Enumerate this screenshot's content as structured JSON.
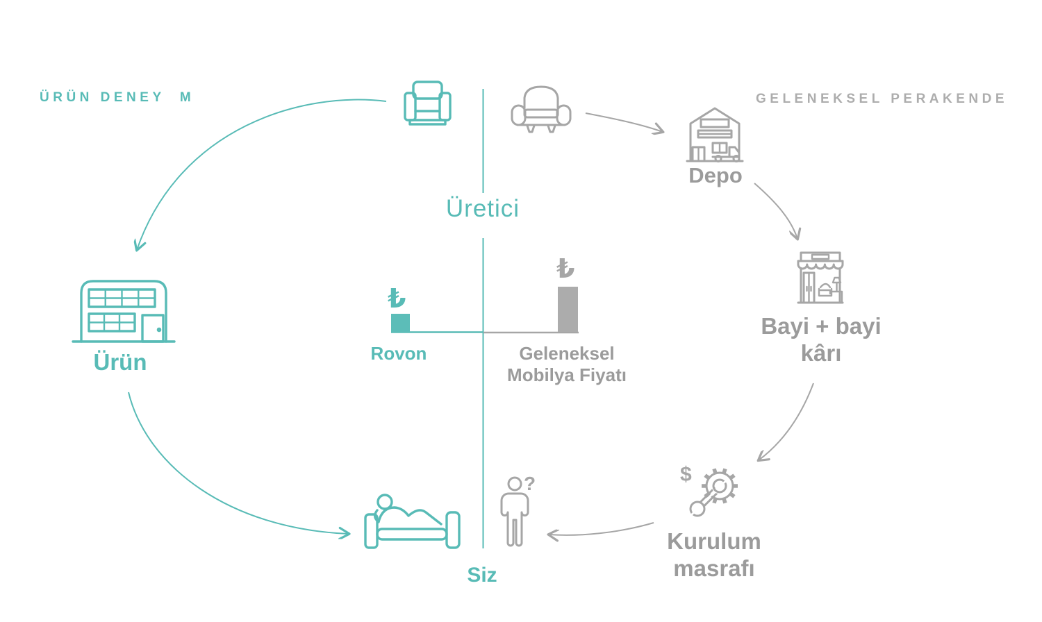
{
  "colors": {
    "teal": "#58BBB6",
    "gray_icons": "#A6A6A6",
    "gray_text": "#9B9B9B"
  },
  "headers": {
    "left": "ÜRÜN DENEY  M",
    "right": "GELENEKSEL PERAKENDE"
  },
  "labels": {
    "manufacturer": "Üretici",
    "you": "Siz",
    "product": "Ürün",
    "warehouse": "Depo",
    "dealer_line1": "Bayi + bayi",
    "dealer_line2": "kârı",
    "installation_line1": "Kurulum",
    "installation_line2": "masrafı"
  },
  "price_chart": {
    "currency_symbol": "₺",
    "rovon_label": "Rovon",
    "traditional_label_line1": "Geleneksel",
    "traditional_label_line2": "Mobilya Fiyatı",
    "comparison": {
      "rovon_bar_relative": 1,
      "traditional_bar_relative": 2.5
    }
  },
  "icon_glyphs": {
    "dollar": "$",
    "question": "?"
  },
  "icons": [
    "modern-armchair-icon",
    "classic-armchair-icon",
    "warehouse-truck-icon",
    "furniture-store-icon",
    "gear-wrench-icon",
    "person-question-icon",
    "factory-building-icon",
    "person-relaxing-bed-icon"
  ]
}
